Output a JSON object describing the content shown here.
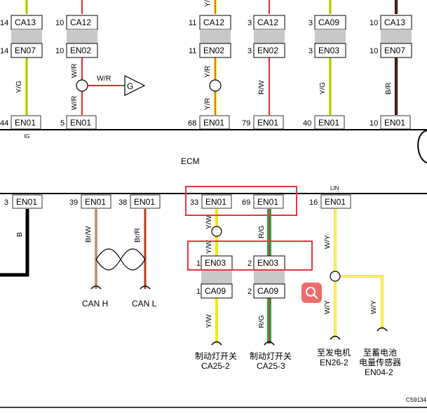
{
  "ecm": {
    "label": "ECM",
    "top_pins": [
      {
        "num": "44",
        "conn": "EN01"
      },
      {
        "num": "5",
        "conn": "EN01"
      },
      {
        "num": "68",
        "conn": "EN01"
      },
      {
        "num": "79",
        "conn": "EN01"
      },
      {
        "num": "40",
        "conn": "EN01"
      },
      {
        "num": "10",
        "conn": "EN01"
      }
    ],
    "ig_label": "IG",
    "bottom_pins": [
      {
        "num": "3",
        "conn": "EN01"
      },
      {
        "num": "39",
        "conn": "EN01"
      },
      {
        "num": "38",
        "conn": "EN01"
      },
      {
        "num": "33",
        "conn": "EN01"
      },
      {
        "num": "69",
        "conn": "EN01"
      },
      {
        "num": "16",
        "conn": "EN01"
      }
    ],
    "lin_label": "LIN"
  },
  "upper": {
    "connectors": [
      {
        "num": "14",
        "top": "CA13",
        "bottom_num": "14",
        "bottom": "EN07"
      },
      {
        "num": "10",
        "top": "CA12",
        "bottom_num": "10",
        "bottom": "EN02"
      },
      {
        "num": "11",
        "top": "CA12",
        "bottom_num": "11",
        "bottom": "EN02"
      },
      {
        "num": "3",
        "top": "CA12",
        "bottom_num": "3",
        "bottom": "EN02"
      },
      {
        "num": "3",
        "top": "CA09",
        "bottom_num": "3",
        "bottom": "EN03"
      },
      {
        "num": "10",
        "top": "CA13",
        "bottom_num": "10",
        "bottom": "EN07"
      }
    ],
    "wire_labels": {
      "yg1": "Y/G",
      "wr_a": "W/R",
      "wr_b": "W/R",
      "wr_c": "W/R",
      "yr_a": "Y/R",
      "yr_b": "Y/R",
      "yr_top": "Y/R",
      "rw": "R/W",
      "yg2": "Y/G",
      "br": "B/R"
    },
    "ground_label": "G"
  },
  "lower": {
    "wire_labels": {
      "b": "B",
      "brw": "Br/W",
      "brr": "Br/R",
      "yw_a": "Y/W",
      "yw_b": "Y/W",
      "yw_c": "Y/W",
      "rg_a": "R/G",
      "rg_b": "R/G",
      "wy_a": "W/Y",
      "wy_b": "W/Y",
      "wy_c": "W/Y"
    },
    "can_h": "CAN H",
    "can_l": "CAN L",
    "en03_pins": [
      {
        "num": "1",
        "conn": "EN03"
      },
      {
        "num": "2",
        "conn": "EN03"
      }
    ],
    "ca09_pins": [
      {
        "num": "1",
        "conn": "CA09"
      },
      {
        "num": "2",
        "conn": "CA09"
      }
    ],
    "dest": {
      "brake1_name": "制动灯开关",
      "brake1_code": "CA25-2",
      "brake2_name": "制动灯开关",
      "brake2_code": "CA25-3",
      "gen_name": "至发电机",
      "gen_code": "EN26-2",
      "bat_name1": "至蓄电池",
      "bat_name2": "电量传感器",
      "bat_code": "EN04-2"
    }
  },
  "figure_code": "CS9134",
  "colors": {
    "yellow": "#f7e61a",
    "green": "#2aa84a",
    "red": "#e32b2b",
    "brown": "#8a4b1f",
    "highlight": "#e53838",
    "search_bg": "#ef6b6b"
  },
  "icons": {
    "search": "search-icon"
  }
}
